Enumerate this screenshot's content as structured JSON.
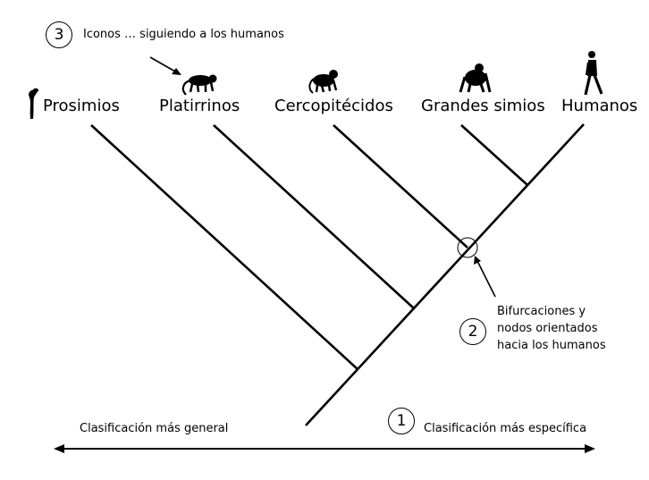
{
  "taxa": {
    "prosimios": "Prosimios",
    "platirrinos": "Platirrinos",
    "cercopitecidos": "Cercopitécidos",
    "grandes_simios": "Grandes simios",
    "humanos": "Humanos"
  },
  "annotations": {
    "badge_1": "1",
    "badge_2": "2",
    "badge_3": "3",
    "icons_note": "Iconos … siguiendo a los humanos",
    "nodes_note_line1": "Bifurcaciones y",
    "nodes_note_line2": "nodos orientados",
    "nodes_note_line3": "hacia los humanos"
  },
  "axis": {
    "left_label": "Clasificación más general",
    "right_label": "Clasificación más específica"
  },
  "icons": [
    "lemur-icon",
    "monkey-icon",
    "baboon-icon",
    "chimpanzee-icon",
    "walking-human-icon"
  ],
  "colors": {
    "line": "#000000",
    "background": "#ffffff"
  }
}
